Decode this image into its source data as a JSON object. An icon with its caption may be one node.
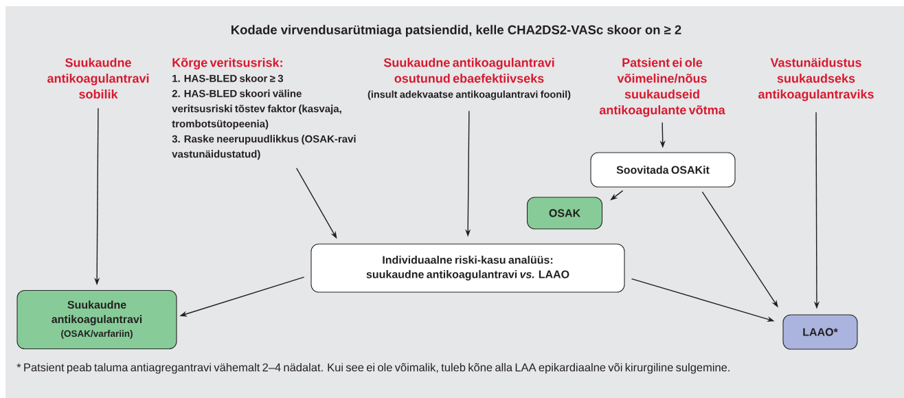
{
  "diagram": {
    "title": "Kodade virvendusarütmiaga patsiendid, kelle CHA2DS2-VASc skoor on ≥ 2",
    "nodes": [
      {
        "text": [
          "Suukaudne antikoagulantravi sobilik"
        ]
      },
      {
        "text": [
          "Kõrge veritsusrisk:",
          "1. HAS-BLED skoor ≥ 3",
          "2. HAS-BLED skoori väline veritsusriski tõstev faktor (kasvaja, trombotsütopeenia)",
          "3. Raske neerupuudlikkus (OSAK-ravi vastunäidustatud)"
        ]
      },
      {
        "text": [
          "Suukaudne antikoagulantravi osutunud ebaefektiivseks",
          "(insult adekvaatse antikoagulantravi foonil)"
        ]
      },
      {
        "text": [
          "Patsient ei ole võimeline/nõus suukaudseid antikoagulante võtma"
        ]
      },
      {
        "text": [
          "Vastunäidustus suukaudseks antikoagulantraviks"
        ]
      },
      {
        "text": [
          "Soovitada OSAKit"
        ]
      },
      {
        "text": [
          "OSAK"
        ]
      },
      {
        "text": [
          "Individuaalne riski-kasu analüüs: suukaudne antikoagulantravi *vs.* LAAO"
        ]
      },
      {
        "text": [
          "Suukaudne antikoagulantravi",
          "(OSAK/varfariin)"
        ]
      },
      {
        "text": [
          "LAAO*"
        ]
      }
    ],
    "edges": [
      {
        "from": 0,
        "to": 8,
        "arrow": "to"
      },
      {
        "from": 1,
        "to": 7,
        "arrow": "to"
      },
      {
        "from": 2,
        "to": 7,
        "arrow": "to"
      },
      {
        "from": 3,
        "to": 5,
        "arrow": "to"
      },
      {
        "from": 5,
        "to": 6,
        "arrow": "to"
      },
      {
        "from": 5,
        "to": 9,
        "arrow": "to"
      },
      {
        "from": 4,
        "to": 9,
        "arrow": "to"
      },
      {
        "from": 7,
        "to": 8,
        "arrow": "to"
      },
      {
        "from": 7,
        "to": 9,
        "arrow": "to"
      }
    ],
    "labels": [
      "* Patsient peab taluma antiagregantravi vähemalt 2–4 nädalat. Kui see ei ole võimalik, tuleb kõne alla LAA epikardiaalne või kirurgiline sulgemine."
    ]
  }
}
